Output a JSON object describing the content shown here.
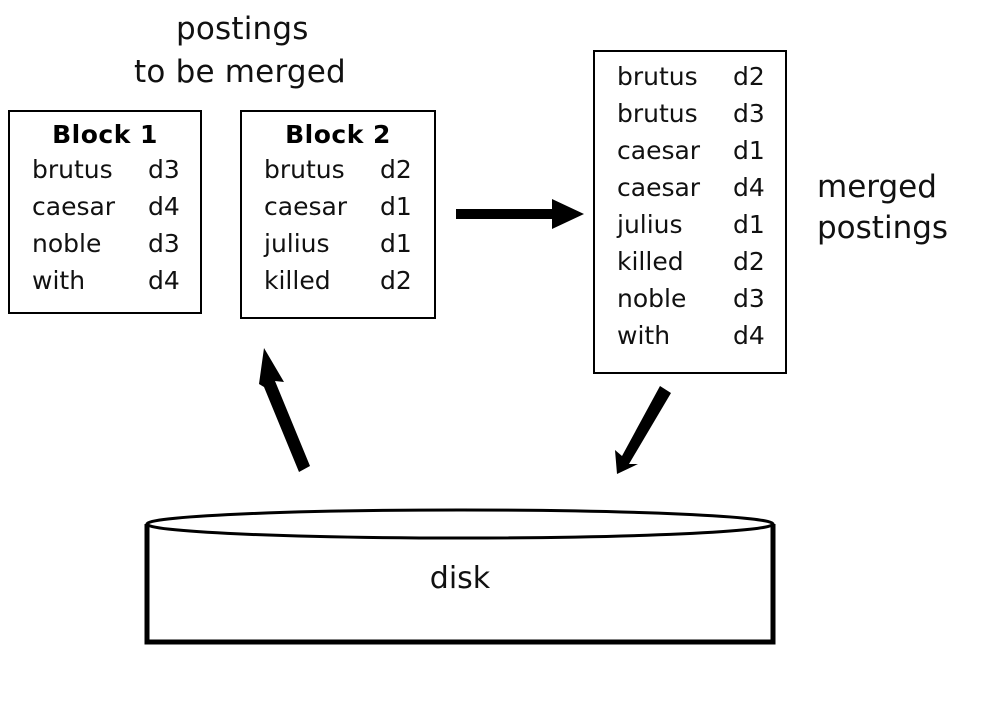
{
  "diagram": {
    "title_lines": [
      "postings",
      "to be merged"
    ],
    "merged_label": [
      "merged",
      "postings"
    ],
    "disk_label": "disk",
    "blocks": [
      {
        "name": "block-1",
        "title": "Block 1",
        "rows": [
          {
            "term": "brutus",
            "doc": "d3"
          },
          {
            "term": "caesar",
            "doc": "d4"
          },
          {
            "term": "noble",
            "doc": "d3"
          },
          {
            "term": "with",
            "doc": "d4"
          }
        ]
      },
      {
        "name": "block-2",
        "title": "Block 2",
        "rows": [
          {
            "term": "brutus",
            "doc": "d2"
          },
          {
            "term": "caesar",
            "doc": "d1"
          },
          {
            "term": "julius",
            "doc": "d1"
          },
          {
            "term": "killed",
            "doc": "d2"
          }
        ]
      }
    ],
    "merged": {
      "name": "merged-postings",
      "rows": [
        {
          "term": "brutus",
          "doc": "d2"
        },
        {
          "term": "brutus",
          "doc": "d3"
        },
        {
          "term": "caesar",
          "doc": "d1"
        },
        {
          "term": "caesar",
          "doc": "d4"
        },
        {
          "term": "julius",
          "doc": "d1"
        },
        {
          "term": "killed",
          "doc": "d2"
        },
        {
          "term": "noble",
          "doc": "d3"
        },
        {
          "term": "with",
          "doc": "d4"
        }
      ]
    },
    "arrows": [
      {
        "name": "merge-arrow-right",
        "direction": "right"
      },
      {
        "name": "read-from-disk-arrow",
        "direction": "up-left"
      },
      {
        "name": "write-to-disk-arrow",
        "direction": "down-left"
      }
    ],
    "colors": {
      "stroke": "#000000",
      "text": "#111111",
      "background": "#ffffff"
    }
  }
}
